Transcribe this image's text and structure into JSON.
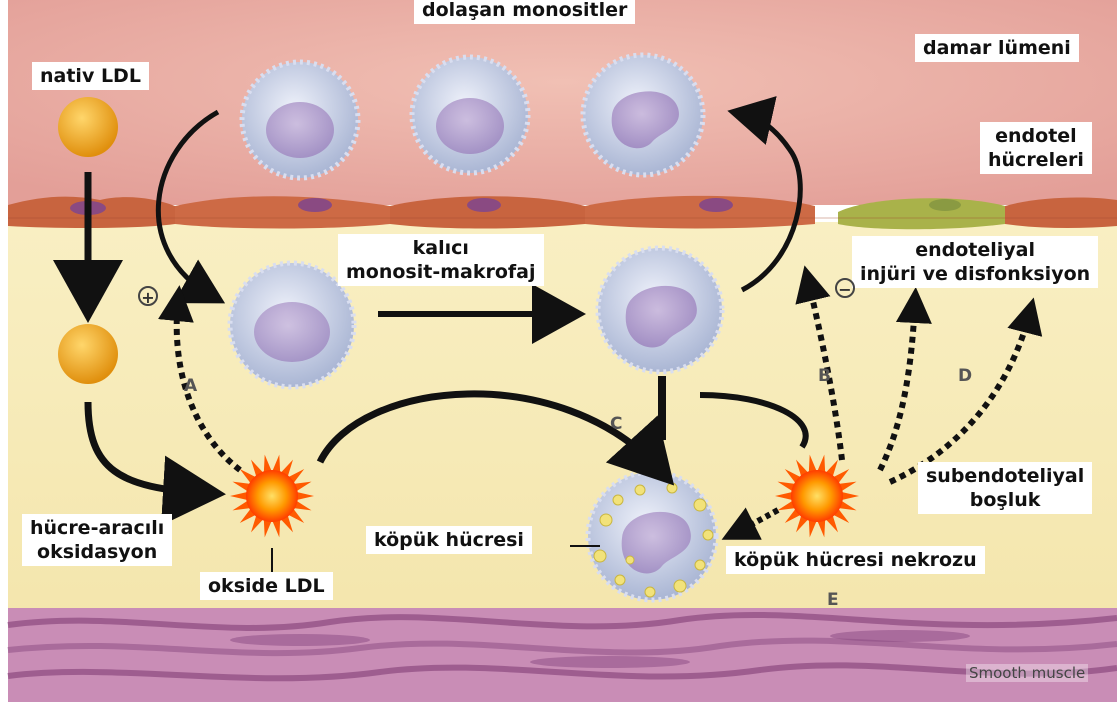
{
  "labels": {
    "circulating_monocytes": "dolaşan monositler",
    "vessel_lumen": "damar lümeni",
    "native_ldl": "nativ LDL",
    "endothelial_cells_line1": "endotel",
    "endothelial_cells_line2": "hücreleri",
    "resident_line1": "kalıcı",
    "resident_line2": "monosit-makrofaj",
    "endothelial_injury_line1": "endoteliyal",
    "endothelial_injury_line2": "injüri ve disfonksiyon",
    "cell_mediated_line1": "hücre-aracılı",
    "cell_mediated_line2": "oksidasyon",
    "oxidized_ldl": "okside LDL",
    "foam_cell": "köpük hücresi",
    "foam_cell_necrosis": "köpük hücresi nekrozu",
    "subendothelial_line1": "subendoteliyal",
    "subendothelial_line2": "boşluk",
    "smooth_muscle": "Smooth muscle"
  },
  "pathway_letters": {
    "a": "A",
    "b": "B",
    "c": "C",
    "d": "D",
    "e": "E"
  },
  "signs": {
    "plus": "+",
    "minus": "−"
  },
  "colors": {
    "lumen": "#e8a7a0",
    "subendothelium": "#f7eebb",
    "endothelium": "#c8643f",
    "injured_endothelium": "#a9b24a",
    "smooth_muscle": "#c98db6",
    "ldl": "#f2a81c",
    "monocyte": "#c9d2e8",
    "oxidized_ldl": "#ff5a00",
    "arrow": "#111111"
  }
}
